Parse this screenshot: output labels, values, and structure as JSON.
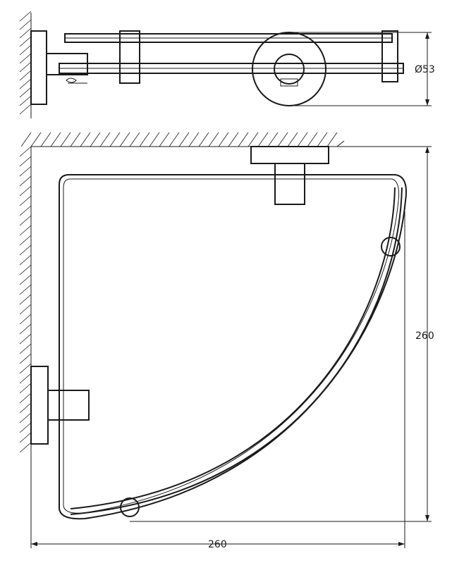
{
  "dimensions": {
    "diameter_label": "Ø53",
    "height_label": "260",
    "width_label": "260"
  },
  "colors": {
    "line": "#1a1a1a",
    "background": "#ffffff"
  }
}
